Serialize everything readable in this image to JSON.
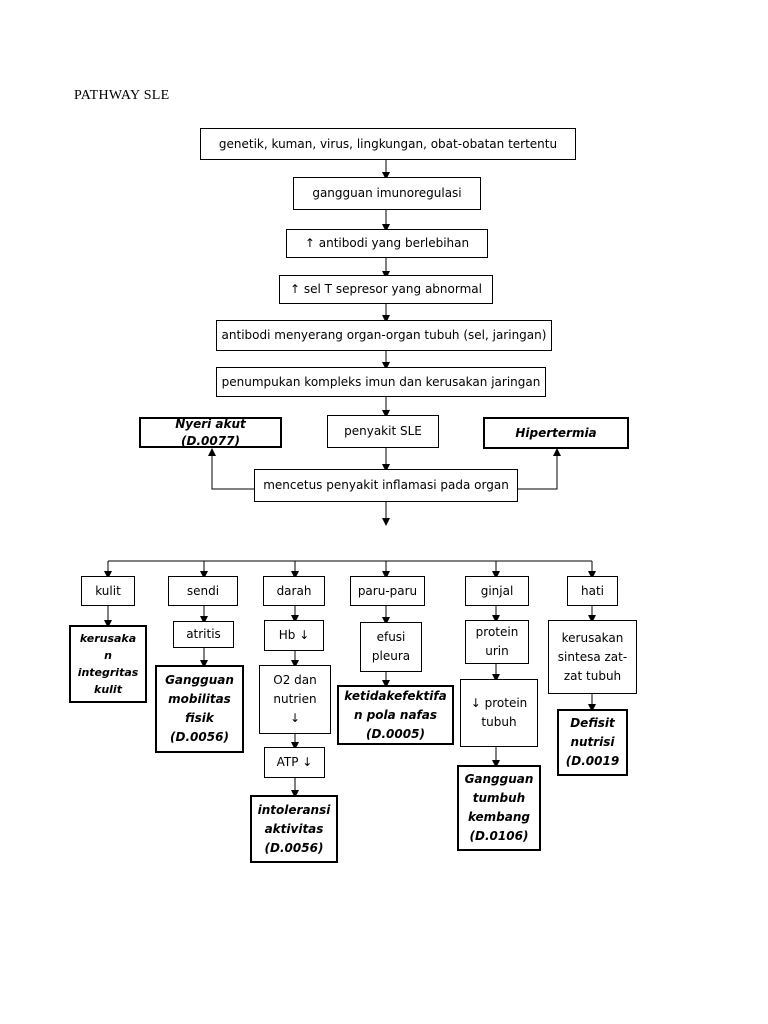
{
  "title": "PATHWAY SLE",
  "flow": {
    "genetik": "genetik, kuman, virus, lingkungan, obat-obatan tertentu",
    "gangguan": "gangguan imunoregulasi",
    "antibodi": "↑ antibodi yang berlebihan",
    "sel_t": "↑ sel T sepresor yang abnormal",
    "menyerang": "antibodi menyerang organ-organ tubuh (sel, jaringan)",
    "penumpukan": "penumpukan kompleks imun dan kerusakan jaringan",
    "penyakit": "penyakit SLE",
    "nyeri": "Nyeri akut (D.0077)",
    "hipertermia": "Hipertermia",
    "mencetus": "mencetus penyakit inflamasi pada organ"
  },
  "organs": {
    "kulit": "kulit",
    "sendi": "sendi",
    "darah": "darah",
    "paru": "paru-paru",
    "ginjal": "ginjal",
    "hati": "hati"
  },
  "kulit_branch": {
    "dx": [
      "kerusaka",
      "n",
      "integritas",
      "kulit"
    ]
  },
  "sendi_branch": {
    "step1": "atritis",
    "dx": [
      "Gangguan",
      "mobilitas",
      "fisik",
      "(D.0056)"
    ]
  },
  "darah_branch": {
    "step1": "Hb ↓",
    "step2": [
      "O2 dan",
      "nutrien",
      "↓"
    ],
    "step3": "ATP ↓",
    "dx": [
      "intoleransi",
      "aktivitas",
      "(D.0056)"
    ]
  },
  "paru_branch": {
    "step1": [
      "efusi",
      "pleura"
    ],
    "dx": [
      "ketidakefektifa",
      "n pola nafas",
      "(D.0005)"
    ]
  },
  "ginjal_branch": {
    "step1": [
      "protein",
      "urin"
    ],
    "step2": [
      "↓ protein",
      "tubuh"
    ],
    "dx": [
      "Gangguan",
      "tumbuh",
      "kembang",
      "(D.0106)"
    ]
  },
  "hati_branch": {
    "step1": [
      "kerusakan",
      "sintesa zat-",
      "zat tubuh"
    ],
    "dx": [
      "Defisit",
      "nutrisi",
      "(D.0019"
    ]
  }
}
